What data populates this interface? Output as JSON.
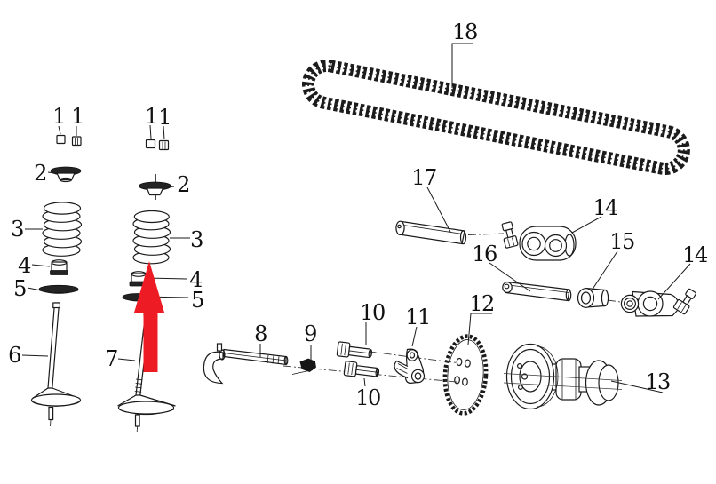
{
  "figure": {
    "background": "#ffffff",
    "ink": "#1a1a1a",
    "type": "exploded-parts-diagram"
  },
  "annotation": {
    "arrow_color": "#ed1c24"
  },
  "callouts": {
    "k1a": "1",
    "k1b": "1",
    "k1c": "1",
    "k1d": "1",
    "r2a": "2",
    "r2b": "2",
    "s3a": "3",
    "s3b": "3",
    "g4a": "4",
    "g4b": "4",
    "t5a": "5",
    "t5b": "5",
    "v6": "6",
    "v7": "7",
    "d8": "8",
    "c9": "9",
    "b10a": "10",
    "b10b": "10",
    "p11": "11",
    "sp12": "12",
    "cam13": "13",
    "ra14a": "14",
    "ra14b": "14",
    "bu15": "15",
    "rs16": "16",
    "rs17": "17",
    "ch18": "18"
  }
}
